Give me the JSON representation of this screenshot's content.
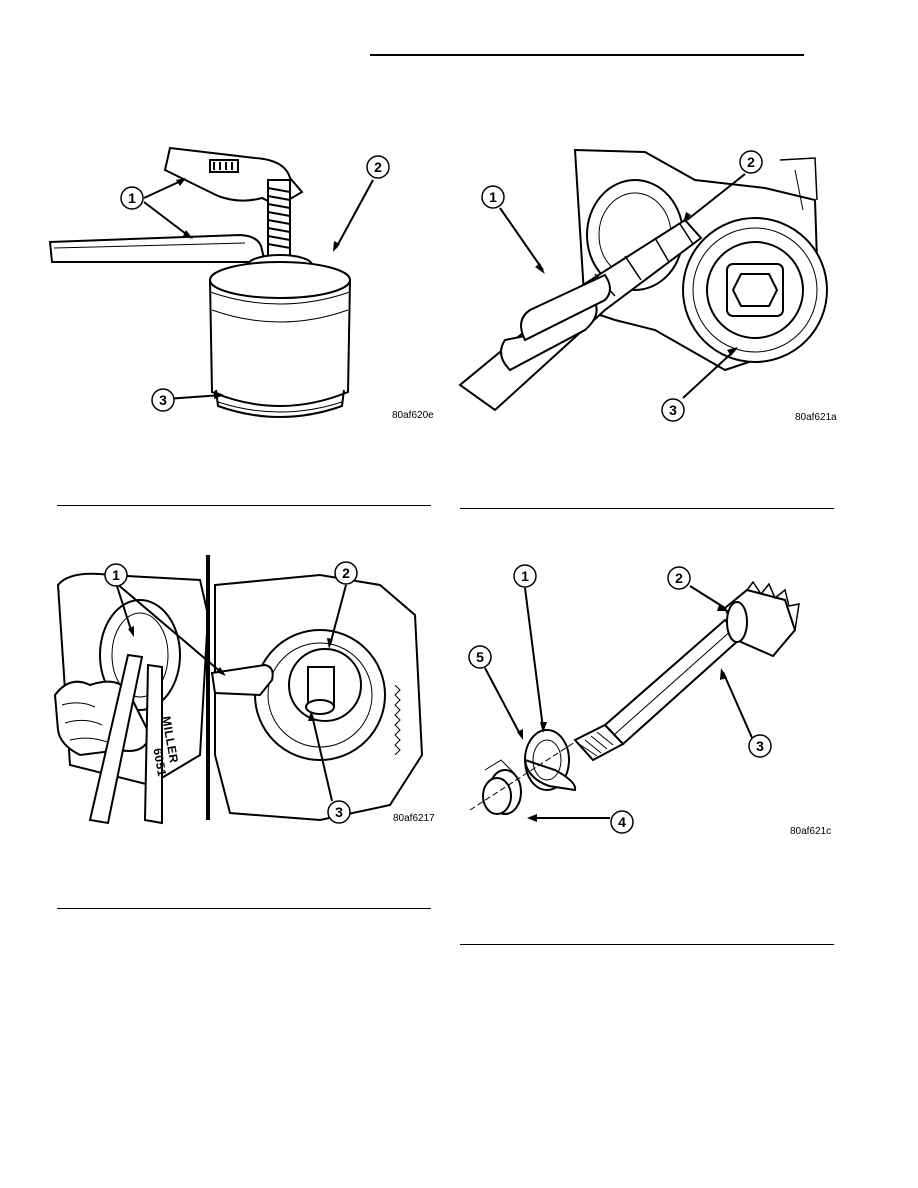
{
  "figures": [
    {
      "code": "80af620e",
      "callouts": [
        "1",
        "2",
        "3"
      ]
    },
    {
      "code": "80af621a",
      "callouts": [
        "1",
        "2",
        "3"
      ]
    },
    {
      "code": "80af6217",
      "callouts": [
        "1",
        "2",
        "3"
      ],
      "tool_label_1": "MILLER",
      "tool_label_2": "6051"
    },
    {
      "code": "80af621c",
      "callouts": [
        "1",
        "2",
        "3",
        "4",
        "5"
      ]
    }
  ]
}
